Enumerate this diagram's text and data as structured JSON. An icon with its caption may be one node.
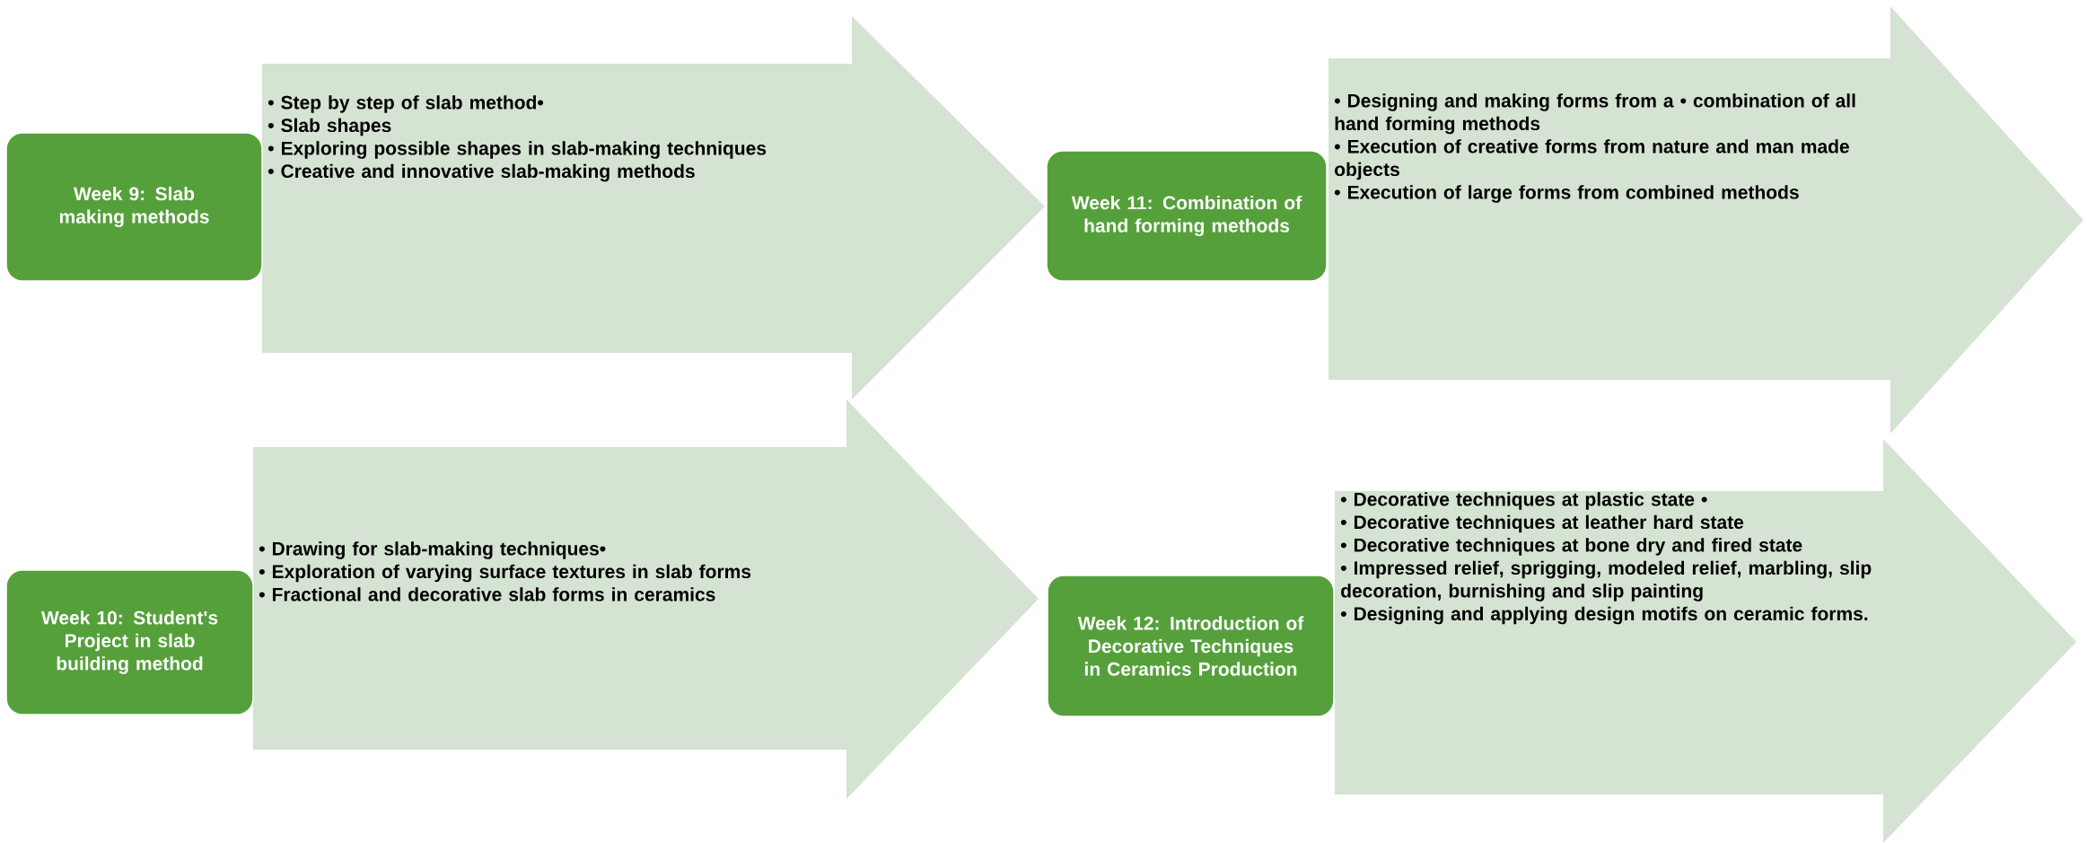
{
  "diagram": {
    "nodes": [
      {
        "text": [
          "Week 9: Slab making methods"
        ]
      },
      {
        "text": [
          "• Step by step of slab method•",
          "• Slab shapes",
          "• Exploring possible shapes in slab-making techniques",
          "• Creative and innovative slab-making methods"
        ]
      },
      {
        "text": [
          "Week 11: Combination of hand forming methods"
        ]
      },
      {
        "text": [
          "• Designing and making forms from a • combination of all hand forming methods",
          "• Execution of creative forms from nature and man made objects",
          "• Execution of large forms from combined methods"
        ]
      },
      {
        "text": [
          "Week 10: Student's Project in slab building method"
        ]
      },
      {
        "text": [
          "• Drawing for slab-making techniques•",
          "• Exploration of varying surface textures in slab forms",
          "• Fractional and decorative slab forms in ceramics"
        ]
      },
      {
        "text": [
          "Week 12: Introduction of Decorative Techniques in Ceramics Production"
        ]
      },
      {
        "text": [
          "• Decorative techniques at plastic state •",
          "• Decorative techniques at leather hard state",
          "• Decorative techniques at bone dry and fired state",
          "• Impressed relief, sprigging, modeled relief, marbling, slip decoration, burnishing and slip painting",
          "• Designing and applying design motifs on ceramic forms."
        ]
      }
    ]
  }
}
